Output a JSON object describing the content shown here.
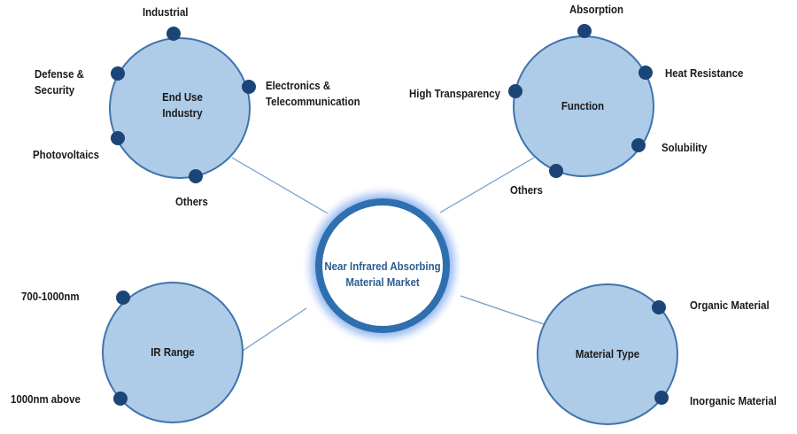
{
  "colors": {
    "node_fill": "#aecbe8",
    "node_stroke": "#3f74ad",
    "dot": "#1c4577",
    "hub_ring": "#2e6fb0",
    "hub_text": "#2c5d8f",
    "connector": "#6f9cc9"
  },
  "hub": {
    "title_line1": "Near Infrared Absorbing",
    "title_line2": "Material Market"
  },
  "nodes": [
    {
      "id": "end-use-industry",
      "title_line1": "End Use",
      "title_line2": "Industry",
      "items": [
        "Industrial",
        "Defense &",
        "Security",
        "Electronics &",
        "Telecommunication",
        "Photovoltaics",
        "Others"
      ]
    },
    {
      "id": "function",
      "title_line1": "Function",
      "items": [
        "Absorption",
        "Heat Resistance",
        "High Transparency",
        "Solubility",
        "Others"
      ]
    },
    {
      "id": "ir-range",
      "title_line1": "IR Range",
      "items": [
        "700-1000nm",
        "1000nm above"
      ]
    },
    {
      "id": "material-type",
      "title_line1": "Material Type",
      "items": [
        "Organic Material",
        "Inorganic Material"
      ]
    }
  ]
}
